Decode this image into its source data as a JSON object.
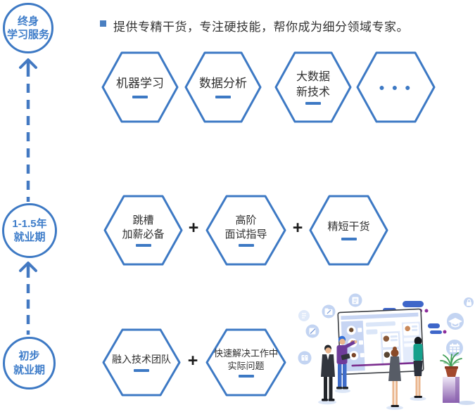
{
  "colors": {
    "primary_blue": "#3d79c4",
    "stage_text_blue": "#3d7cc9",
    "bullet_blue": "#4a7fc1",
    "text_dark": "#2e2e2e",
    "chat_blue": "#3e66c9",
    "chat_purple": "#8c2d9c"
  },
  "timeline": {
    "stages": [
      {
        "line1": "终身",
        "line2": "学习服务"
      },
      {
        "line1": "1-1.5年",
        "line2": "就业期"
      },
      {
        "line1": "初步",
        "line2": "就业期"
      }
    ]
  },
  "intro": {
    "text": "提供专精干货，专注硬技能，帮你成为细分领域专家。"
  },
  "skills_row": {
    "hexes": [
      {
        "line1": "机器学习"
      },
      {
        "line1": "数据分析"
      },
      {
        "line1": "大数据",
        "line2": "新技术"
      },
      {
        "dots": "● ● ●"
      }
    ]
  },
  "mid_row": {
    "plus": "+",
    "hexes": [
      {
        "line1": "跳槽",
        "line2": "加薪必备"
      },
      {
        "line1": "高阶",
        "line2": "面试指导"
      },
      {
        "line1": "精短干货"
      }
    ]
  },
  "bottom_row": {
    "plus": "+",
    "hexes": [
      {
        "line1": "融入技术团队"
      },
      {
        "line1": "快速解决工作中",
        "line2": "实际问题"
      }
    ]
  },
  "illustration": {
    "icons": [
      "document-icon",
      "folder-icon",
      "notes-icon",
      "tools-icon",
      "book-icon",
      "lock-icon",
      "graduation-icon",
      "calendar-icon",
      "chat-bubbles",
      "presentation-board",
      "plant"
    ]
  }
}
